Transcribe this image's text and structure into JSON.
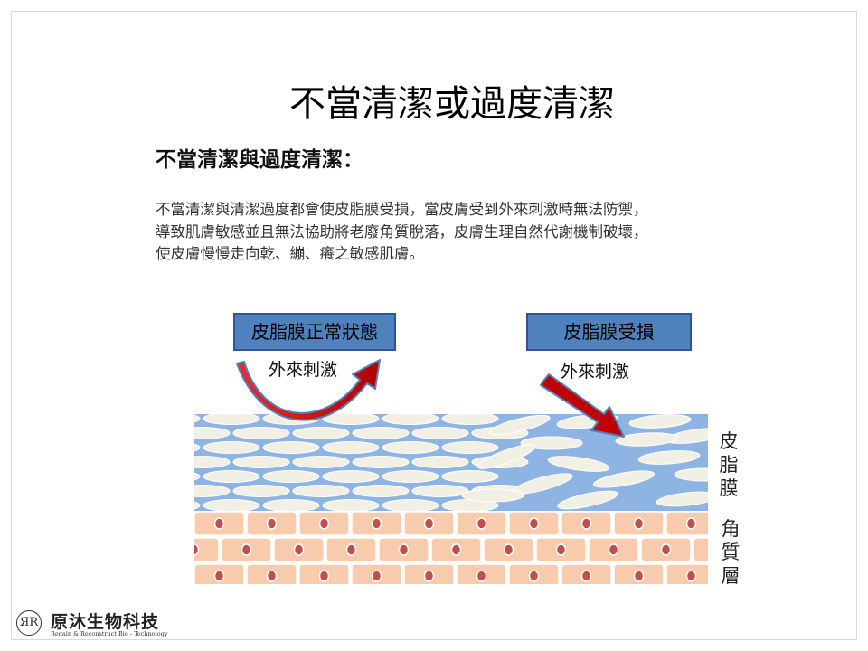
{
  "slide": {
    "title": "不當清潔或過度清潔",
    "subtitle": "不當清潔與過度清潔：",
    "body_lines": [
      "不當清潔與清潔過度都會使皮脂膜受損，當皮膚受到外來刺激時無法防禦，",
      "導致肌膚敏感並且無法協助將老廢角質脫落，皮膚生理自然代謝機制破壞，",
      "使皮膚慢慢走向乾、繃、癢之敏感肌膚。"
    ]
  },
  "diagram": {
    "normal_label": "皮脂膜正常狀態",
    "damaged_label": "皮脂膜受損",
    "stimulus_left": "外來刺激",
    "stimulus_right": "外來刺激",
    "sebum_label_chars": [
      "皮",
      "脂",
      "膜"
    ],
    "horny_label_chars": [
      "角",
      "質",
      "層"
    ],
    "colors": {
      "box_fill": "#4f81bd",
      "box_border": "#2f5597",
      "sebum_layer": "#8eb4e3",
      "lipid_cell": "#f2efe4",
      "corneocyte": "#f8cbad",
      "nucleus": "#c0504d",
      "arrow_red": "#c00000",
      "arrow_blue": "#4f81bd"
    }
  },
  "logo": {
    "mark": "ЯR",
    "name": "原沐生物科技",
    "tagline": "Regain & Reconstruct Bio - Technology"
  }
}
